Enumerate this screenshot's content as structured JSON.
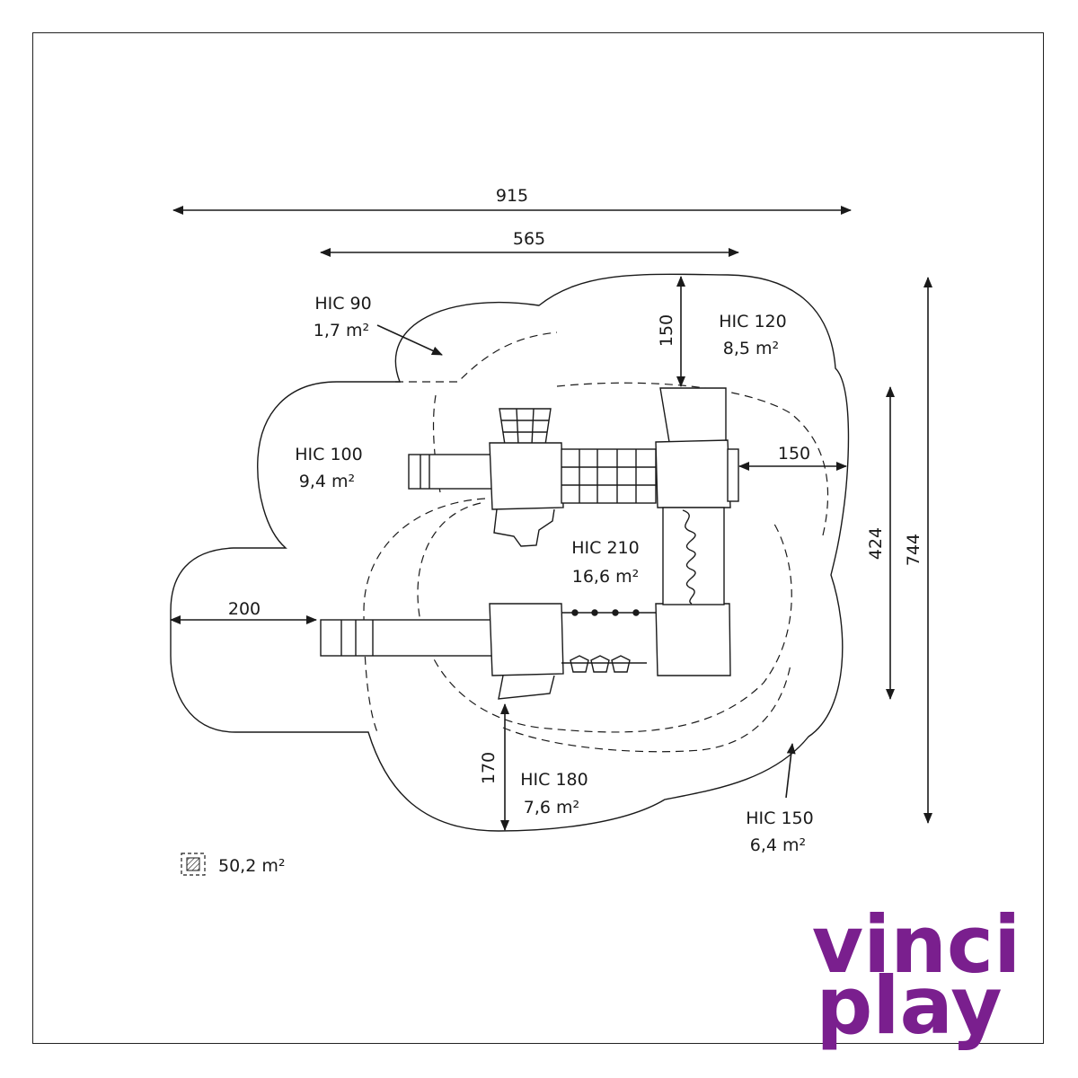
{
  "dimensions": {
    "overall_width": "915",
    "structure_width": "565",
    "overall_depth": "744",
    "structure_depth": "424",
    "top_clearance": "150",
    "right_clearance": "150",
    "left_clearance": "200",
    "bottom_clearance": "170"
  },
  "zones": [
    {
      "hic": "HIC  90",
      "area": "1,7 m²"
    },
    {
      "hic": "HIC 120",
      "area": "8,5 m²"
    },
    {
      "hic": "HIC 100",
      "area": "9,4 m²"
    },
    {
      "hic": "HIC 210",
      "area": "16,6 m²"
    },
    {
      "hic": "HIC 180",
      "area": "7,6 m²"
    },
    {
      "hic": "HIC 150",
      "area": "6,4 m²"
    }
  ],
  "legend": {
    "total_area": "50,2 m²"
  },
  "brand": {
    "line1": "vinci",
    "line2": "play",
    "color": "#7a1f8e"
  }
}
